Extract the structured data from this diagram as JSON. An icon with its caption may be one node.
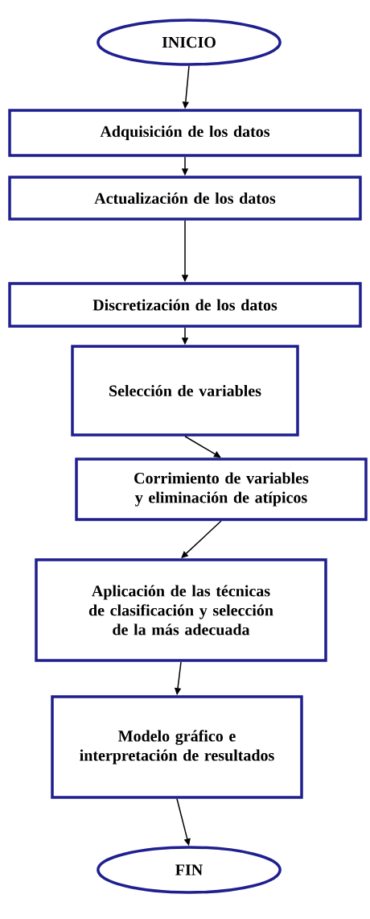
{
  "diagram": {
    "nodes": [
      {
        "text": [
          "INICIO"
        ]
      },
      {
        "text": [
          "Adquisición de los datos"
        ]
      },
      {
        "text": [
          "Actualización de los datos"
        ]
      },
      {
        "text": [
          "Discretización de los datos"
        ]
      },
      {
        "text": [
          "Selección de variables"
        ]
      },
      {
        "text": [
          "Corrimiento de variables y eliminación de atípicos"
        ]
      },
      {
        "text": [
          "Aplicación de las técnicas de clasificación y selección de la más adecuada"
        ]
      },
      {
        "text": [
          "Modelo gráfico e interpretación de resultados"
        ]
      },
      {
        "text": [
          "FIN"
        ]
      }
    ],
    "edges": [
      {
        "from": 0,
        "to": 1,
        "arrow": "to"
      },
      {
        "from": 1,
        "to": 2,
        "arrow": "to"
      },
      {
        "from": 2,
        "to": 3,
        "arrow": "to"
      },
      {
        "from": 3,
        "to": 4,
        "arrow": "to"
      },
      {
        "from": 4,
        "to": 5,
        "arrow": "to"
      },
      {
        "from": 5,
        "to": 6,
        "arrow": "to"
      },
      {
        "from": 6,
        "to": 7,
        "arrow": "to"
      },
      {
        "from": 7,
        "to": 8,
        "arrow": "to"
      }
    ]
  }
}
